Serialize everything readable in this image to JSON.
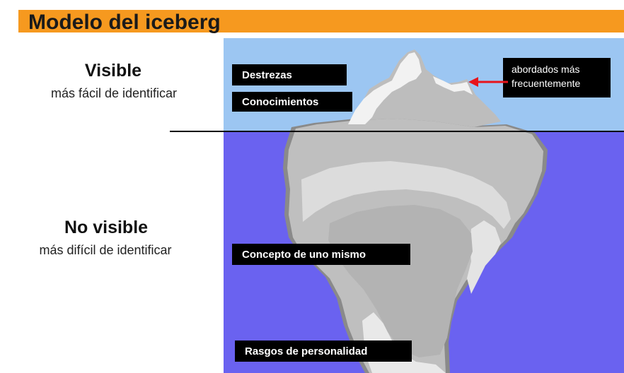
{
  "title": "Modelo del iceberg",
  "visible": {
    "heading": "Visible",
    "subheading": "más fácil de identificar"
  },
  "not_visible": {
    "heading": "No visible",
    "subheading": "más difícil de identificar"
  },
  "labels": {
    "skills": "Destrezas",
    "knowledge": "Conocimientos",
    "self_concept": "Concepto de uno mismo",
    "personality": "Rasgos de personalidad"
  },
  "callout": {
    "line1": "abordados más",
    "line2": "frecuentemente"
  },
  "colors": {
    "title_bar": "#f6991f",
    "sky": "#9cc6f2",
    "water": "#6a62f0",
    "iceberg": "#bfbfbf",
    "iceberg_highlight": "#ededed",
    "iceberg_shadow": "#8a8a8a",
    "arrow": "#e8141b"
  }
}
